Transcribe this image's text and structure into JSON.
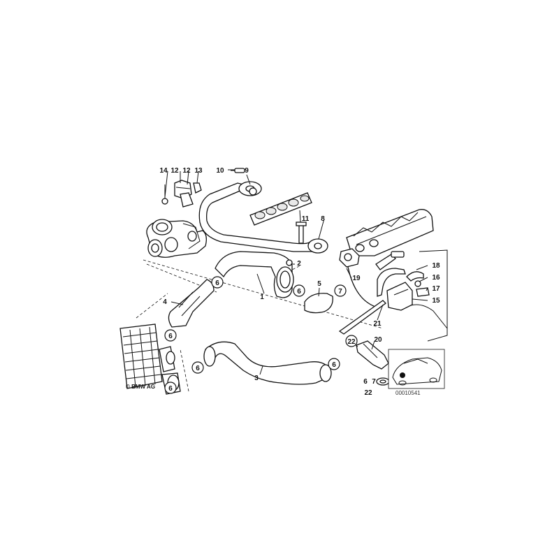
{
  "copyright": "© BMW AG",
  "diagram_id": "00010541",
  "callouts": {
    "c1": "1",
    "c2": "2",
    "c3": "3",
    "c4": "4",
    "c5": "5",
    "c6a": "6",
    "c6b": "6",
    "c6c": "6",
    "c6d": "6",
    "c6e": "6",
    "c6f": "6",
    "c6g": "6",
    "c7a": "7",
    "c7b": "7",
    "c8": "8",
    "c9": "9",
    "c10": "10",
    "c11": "11",
    "c12a": "12",
    "c12b": "12",
    "c13": "13",
    "c14": "14",
    "c15": "15",
    "c16": "16",
    "c17": "17",
    "c18": "18",
    "c19": "19",
    "c20": "20",
    "c21": "21",
    "c22a": "22",
    "c22b": "22"
  }
}
